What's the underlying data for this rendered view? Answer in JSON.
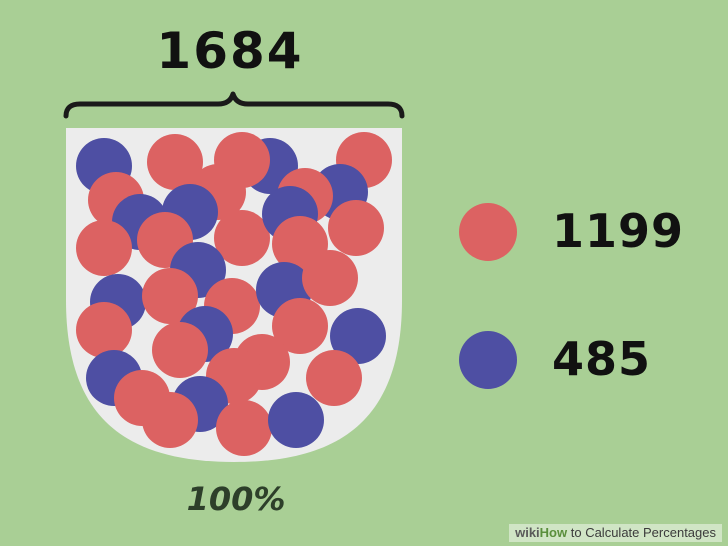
{
  "total": "1684",
  "legend": [
    {
      "count": "1199",
      "color": "#dc6262"
    },
    {
      "count": "485",
      "color": "#4e4fa3"
    }
  ],
  "percent_label": "100%",
  "watermark": {
    "brand": "wiki",
    "how": "How",
    "title": " to Calculate Percentages"
  },
  "colors": {
    "background": "#a9cf95",
    "jar": "#ececec",
    "red": "#dc6262",
    "blue": "#4e4fa3"
  }
}
